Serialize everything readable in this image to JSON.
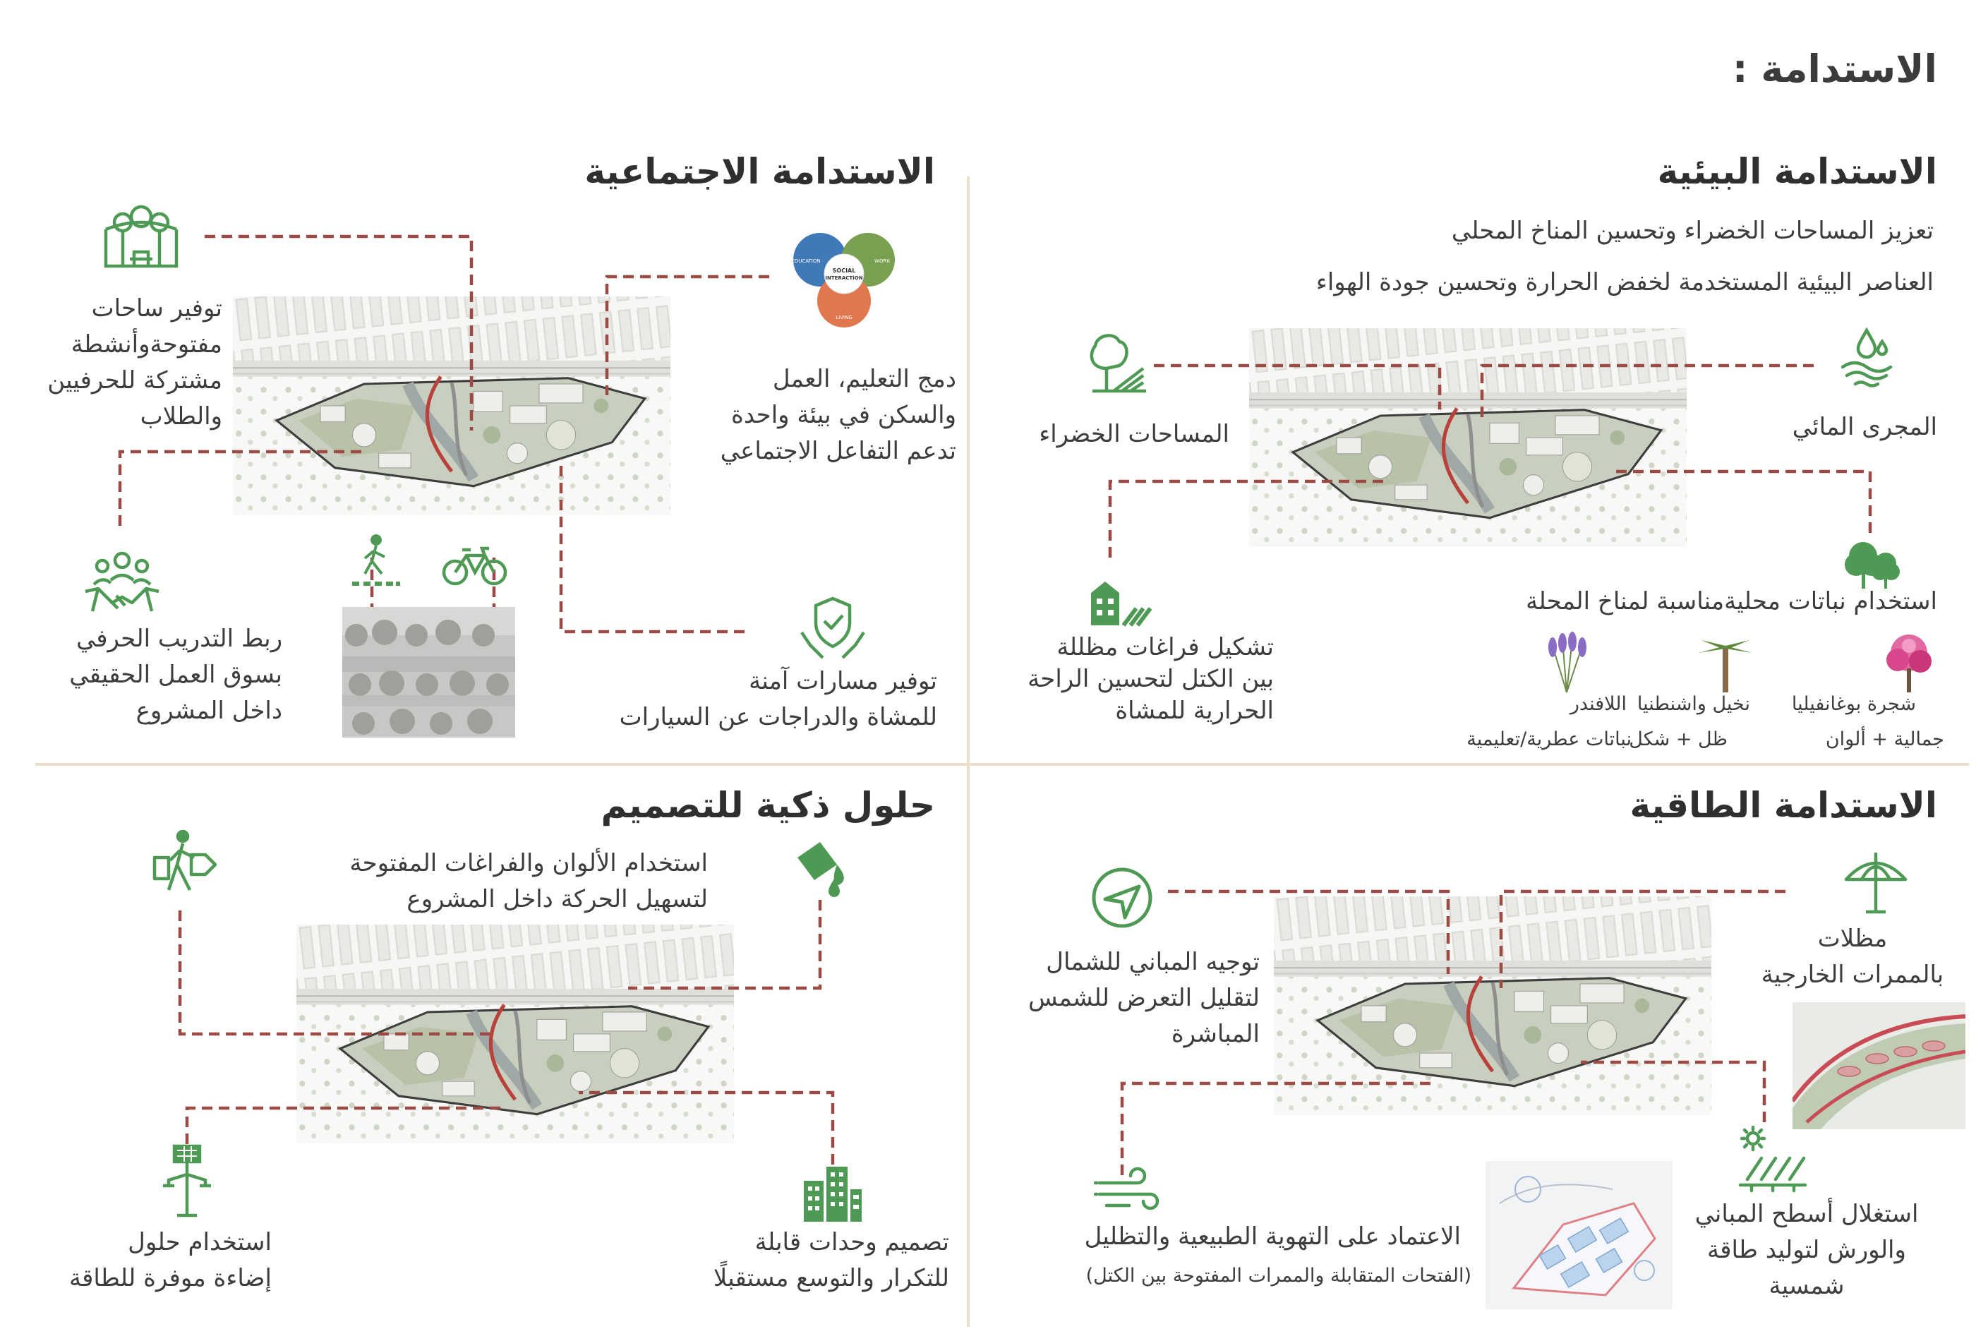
{
  "page": {
    "title": "الاستدامة :"
  },
  "colors": {
    "accent_green": "#4e9a55",
    "dashed_line": "#9b4a44",
    "divider": "#ece0cb",
    "plan_bg": "#f1f1ee"
  },
  "environmental": {
    "title": "الاستدامة البيئية",
    "line1": "تعزيز المساحات الخضراء وتحسين المناخ المحلي",
    "line2": "العناصر البيئية المستخدمة لخفض الحرارة وتحسين جودة الهواء",
    "water_stream": "المجرى المائي",
    "green_spaces": "المساحات الخضراء",
    "shaded_spaces": "تشكيل فراغات مظللة\nبين الكتل لتحسين الراحة\nالحرارية للمشاة",
    "native_plants": "استخدام نباتات محليةمناسبة لمناخ المحلة",
    "plants": [
      {
        "name": "شجرة بوغانفيليا",
        "note": "جمالية + ألوان"
      },
      {
        "name": "نخيل واشنطنيا",
        "note": "ظل + شكل"
      },
      {
        "name": "اللافندر",
        "note": "نباتات عطرية/تعليمية"
      }
    ],
    "icons": [
      "water-drop-icon",
      "green-tree-icon",
      "trees-icon",
      "building-icon"
    ]
  },
  "social": {
    "title": "الاستدامة الاجتماعية",
    "open_spaces": "توفير ساحات\nمفتوحةوأنشطة\nمشتركة للحرفيين\nوالطلاب",
    "integration": "دمج التعليم، العمل\nوالسكن في بيئة واحدة\nتدعم التفاعل الاجتماعي",
    "diagram_center": "SOCIAL INTERACTION",
    "diagram_labels": [
      "EDUCATION",
      "WORK",
      "LIVING"
    ],
    "training": "ربط التدريب الحرفي\nبسوق العمل الحقيقي\nداخل المشروع",
    "safe_paths": "توفير مسارات آمنة\nللمشاة والدراجات عن السيارات",
    "icons": [
      "park-icon",
      "social-diagram-icon",
      "handshake-icon",
      "pedestrian-icon",
      "bicycle-icon",
      "shield-check-icon"
    ]
  },
  "energy": {
    "title": "الاستدامة الطاقية",
    "umbrellas": "مظلات\nبالممرات الخارجية",
    "orientation": "توجيه المباني للشمال\nلتقليل التعرض للشمس\nالمباشرة",
    "ventilation": "الاعتماد على التهوية الطبيعية والتظليل",
    "ventilation_note": "(الفتحات المتقابلة والممرات المفتوحة بين الكتل)",
    "solar": "استغلال أسطح المباني\nوالورش لتوليد طاقة\nشمسية",
    "icons": [
      "umbrella-icon",
      "compass-icon",
      "wind-icon",
      "solar-panel-icon"
    ]
  },
  "smart": {
    "title": "حلول ذكية للتصميم",
    "colors_spaces": "استخدام الألوان والفراغات المفتوحة\nلتسهيل الحركة داخل المشروع",
    "lighting": "استخدام حلول\nإضاءة موفرة للطاقة",
    "modular": "تصميم وحدات قابلة\nللتكرار والتوسع مستقبلًا",
    "icons": [
      "signage-walk-icon",
      "paint-bucket-icon",
      "street-light-icon",
      "modular-building-icon"
    ]
  }
}
